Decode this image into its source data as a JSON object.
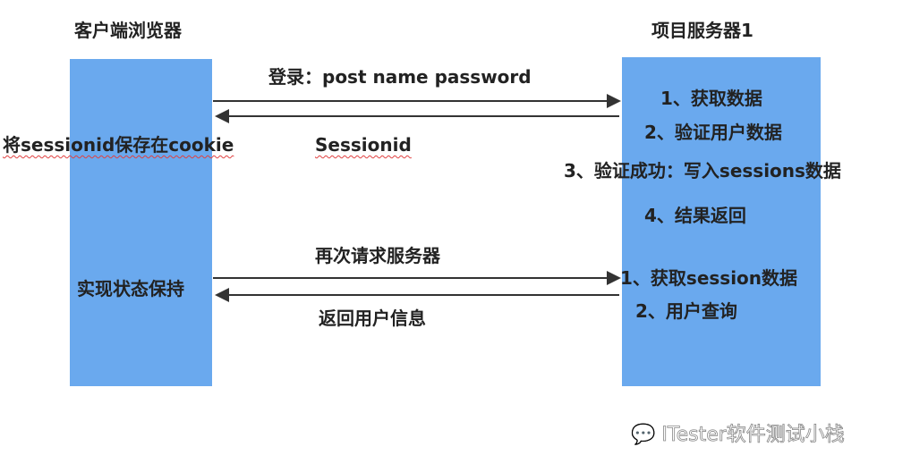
{
  "client": {
    "title": "客户端浏览器",
    "save_note": "将sessionid保存在cookie",
    "keep_state": "实现状态保持"
  },
  "server": {
    "title": "项目服务器1",
    "steps1": [
      "1、获取数据",
      "2、验证用户数据",
      "3、验证成功：写入sessions数据",
      "4、结果返回"
    ],
    "steps2": [
      "1、获取session数据",
      "2、用户查询"
    ]
  },
  "messages": {
    "login": "登录：post  name password",
    "sessionid": "Sessionid",
    "request_again": "再次请求服务器",
    "return_user": "返回用户信息"
  },
  "watermark": {
    "icon": "wechat-icon",
    "text": "ITester软件测试小栈"
  },
  "colors": {
    "box": "#6aa9ee",
    "arrow": "#333333"
  }
}
